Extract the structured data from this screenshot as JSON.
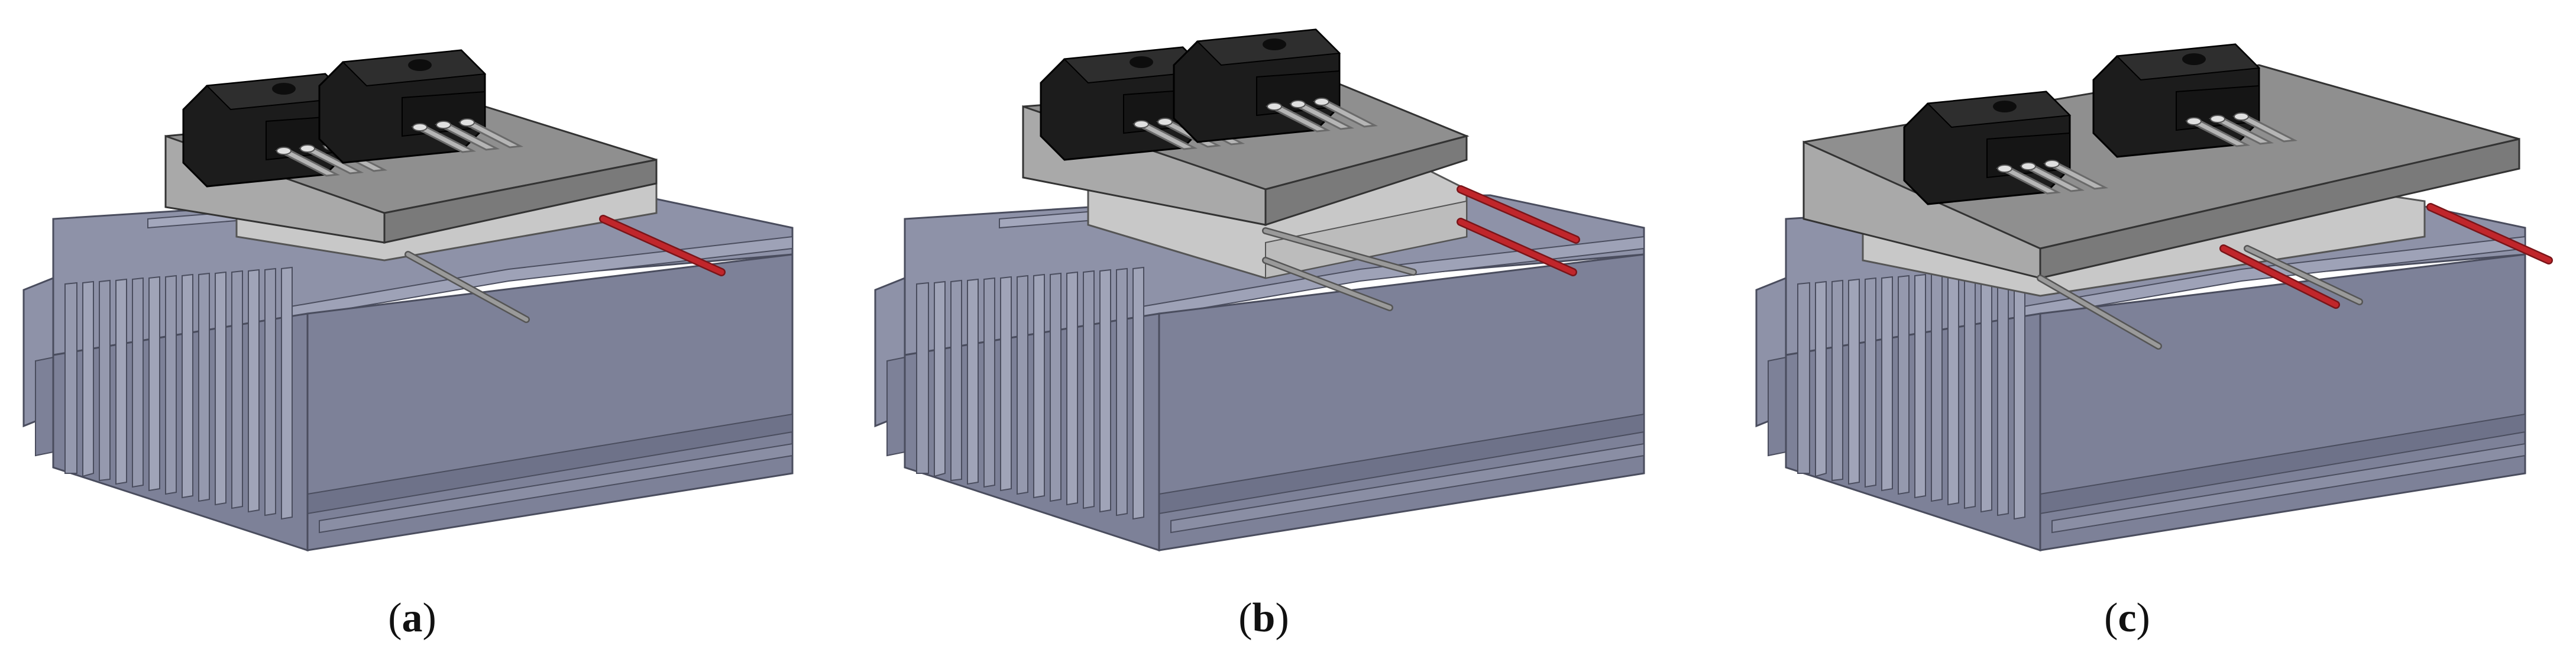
{
  "panels": [
    {
      "id": "a",
      "caption_letter": "a",
      "sensor_count": 2
    },
    {
      "id": "b",
      "caption_letter": "b",
      "sensor_count": 4
    },
    {
      "id": "c",
      "caption_letter": "c",
      "sensor_count": 4
    }
  ],
  "colors": {
    "heatsink_top": "#8e92a8",
    "heatsink_front": "#7d8198",
    "heatsink_side": "#6e7289",
    "heatsink_edge": "#4a4d5e",
    "plate_top": "#8f8f8f",
    "plate_front": "#a9a9a9",
    "plate_side": "#7a7a7a",
    "spacer": "#c8c8c8",
    "transistor_body": "#1c1c1c",
    "transistor_tab": "#2e2e2e",
    "lead": "#b5b5b5",
    "probe_gray": "#8a8a8a",
    "probe_red": "#c0262b",
    "caption_text": "#111111"
  },
  "icons": {
    "heatsink": "finned-heatsink-icon",
    "transistor": "to-247-transistor-icon",
    "probe": "thermocouple-probe-icon"
  }
}
